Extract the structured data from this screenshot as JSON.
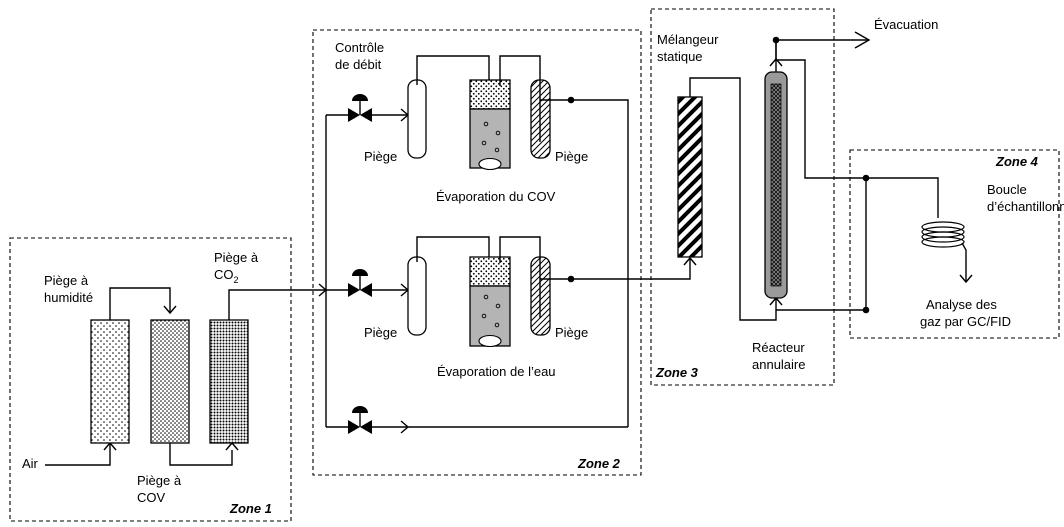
{
  "zones": {
    "zone1": "Zone 1",
    "zone2": "Zone 2",
    "zone3": "Zone 3",
    "zone4": "Zone 4"
  },
  "labels": {
    "air": "Air",
    "humidity_trap": [
      "Piège à",
      "humidité"
    ],
    "voc_trap": [
      "Piège à",
      "COV"
    ],
    "co2_trap_line1": "Piège à",
    "co2_trap_line2": "CO",
    "co2_subscript": "2",
    "flow_control": [
      "Contrôle",
      "de débit"
    ],
    "trap": "Piège",
    "voc_evaporation": "Évaporation du COV",
    "water_evaporation": "Évaporation de l’eau",
    "static_mixer": [
      "Mélangeur",
      "statique"
    ],
    "annular_reactor": [
      "Réacteur",
      "annulaire"
    ],
    "exhaust": "Évacuation",
    "sampling_loop": [
      "Boucle",
      "d’échantillonnage"
    ],
    "gc_analysis": [
      "Analyse des",
      "gaz par GC/FID"
    ]
  }
}
